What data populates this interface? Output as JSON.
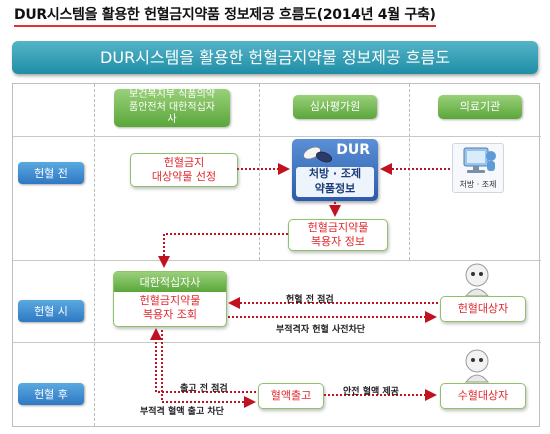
{
  "page_title": "DUR시스템을 활용한 헌혈금지약품 정보제공 흐름도(2014년 4월 구축)",
  "banner_title": "DUR시스템을 활용한 헌혈금지약물 정보제공 흐름도",
  "columns": {
    "mohw": "보건복지부 식품의약품안전처 대한적십자사",
    "hira": "심사평가원",
    "clinic": "의료기관"
  },
  "rows": {
    "before": "헌혈 전",
    "during": "헌혈 시",
    "after": "헌혈 후"
  },
  "nodes": {
    "drug_select_line1": "헌혈금지",
    "drug_select_line2": "대상약물 선정",
    "dur_logo": "DUR",
    "dur_line1": "처방 · 조제",
    "dur_line2": "약품정보",
    "rx_label": "처방 · 조제",
    "user_info_line1": "헌혈금지약물",
    "user_info_line2": "복용자 정보",
    "redcross_title": "대한적십자사",
    "lookup_line1": "헌혈금지약물",
    "lookup_line2": "복용자 조회",
    "donor": "헌혈대상자",
    "release": "혈액출고",
    "recipient": "수혈대상자"
  },
  "edge_labels": {
    "pre_check": "헌혈 전 점검",
    "block": "부적격자 헌혈 사전차단",
    "pre_release_check": "출고 전 점검",
    "release_block": "부적격 혈액 출고 차단",
    "safe_supply": "안전 혈액 제공"
  },
  "colors": {
    "accent_red": "#e0282e",
    "arrow_red": "#c1121f",
    "banner": "#2a93aa",
    "header_green": "#6bb34a",
    "row_blue": "#3b85cc"
  }
}
